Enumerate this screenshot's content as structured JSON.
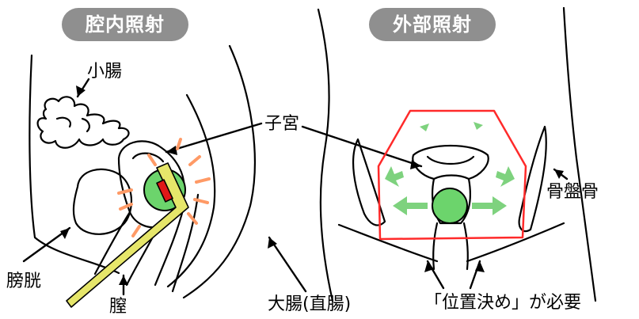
{
  "titles": {
    "left": "腔内照射",
    "right": "外部照射"
  },
  "labels": {
    "small_intestine": "小腸",
    "uterus": "子宮",
    "bladder": "膀胱",
    "vagina": "膣",
    "large_intestine": "大腸(直腸)",
    "pelvic_bone": "骨盤骨",
    "positioning_note": "「位置決め」が必要"
  },
  "colors": {
    "pill": "#8f8f8f",
    "tumor": "#6cd46c",
    "radiation": "#ff9a66",
    "field": "#ff2a2a",
    "applicator": "#e6e66a",
    "source": "#e01818",
    "arrows": "#7ed27e"
  }
}
